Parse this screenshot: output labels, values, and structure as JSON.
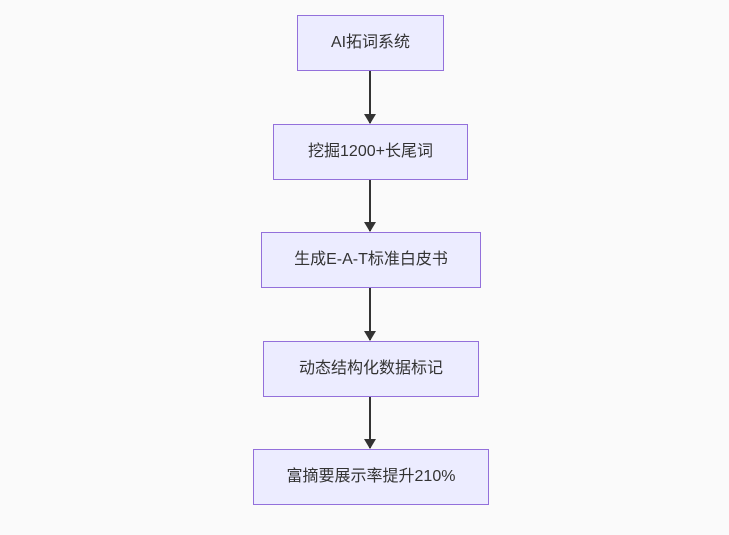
{
  "diagram": {
    "type": "flowchart",
    "direction": "top-down",
    "colors": {
      "background": "#fafafa",
      "node_fill": "#ECECFF",
      "node_border": "#9370DB",
      "node_text": "#333333",
      "arrow": "#333333"
    },
    "nodes": [
      {
        "id": "A",
        "label": "AI拓词系统"
      },
      {
        "id": "B",
        "label": "挖掘1200+长尾词"
      },
      {
        "id": "C",
        "label": "生成E-A-T标准白皮书"
      },
      {
        "id": "D",
        "label": "动态结构化数据标记"
      },
      {
        "id": "E",
        "label": "富摘要展示率提升210%"
      }
    ],
    "edges": [
      {
        "from": "A",
        "to": "B"
      },
      {
        "from": "B",
        "to": "C"
      },
      {
        "from": "C",
        "to": "D"
      },
      {
        "from": "D",
        "to": "E"
      }
    ]
  }
}
